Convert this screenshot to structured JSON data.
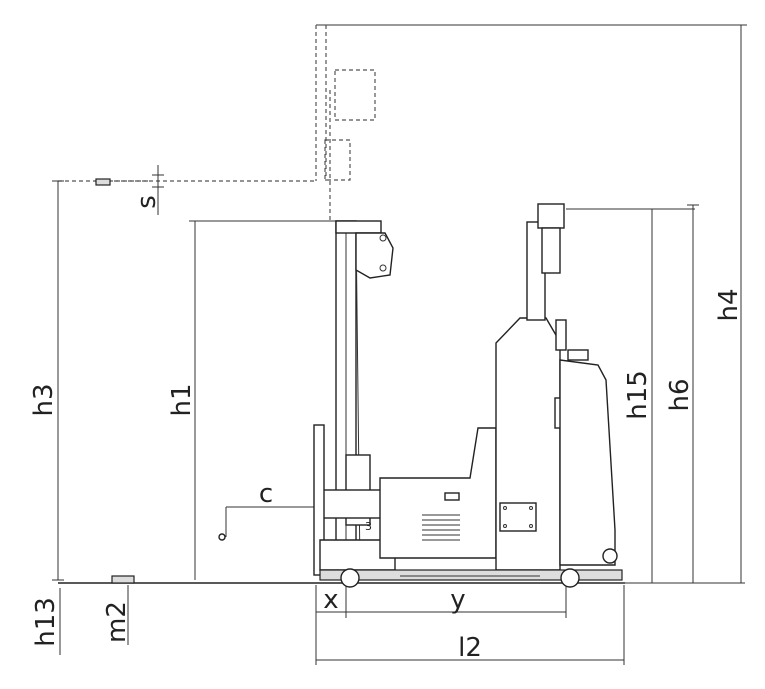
{
  "dimensions": {
    "h3": "h3",
    "h1": "h1",
    "s": "s",
    "c": "c",
    "h13": "h13",
    "m2": "m2",
    "x": "x",
    "y": "y",
    "l2": "l2",
    "h15": "h15",
    "h6": "h6",
    "h4": "h4"
  }
}
